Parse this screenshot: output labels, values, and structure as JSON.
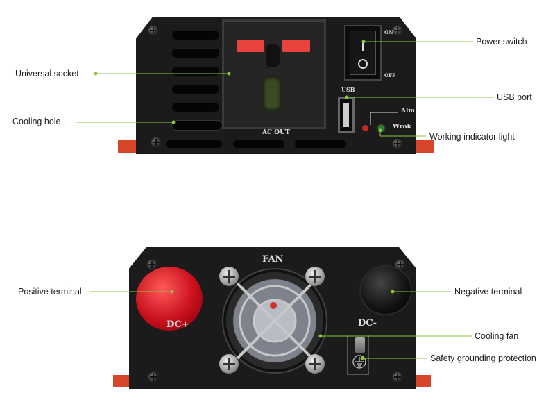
{
  "callouts": {
    "power_switch": "Power switch",
    "universal_socket": "Universal socket",
    "usb_port": "USB port",
    "cooling_hole": "Cooling hole",
    "working_indicator": "Working indicator light",
    "positive_terminal": "Positive terminal",
    "negative_terminal": "Negative terminal",
    "cooling_fan": "Cooling fan",
    "safety_grounding": "Safety grounding protection"
  },
  "front_panel": {
    "switch_on": "ON",
    "switch_off": "OFF",
    "usb": "USB",
    "alm": "Alm",
    "wrok": "Wrok",
    "ac_out": "AC OUT"
  },
  "rear_panel": {
    "fan": "FAN",
    "dc_plus": "DC+",
    "dc_minus": "DC-"
  },
  "colors": {
    "callout_line": "#8dc63f",
    "panel": "#1b1b1b",
    "bracket": "#d8462a",
    "terminal_red": "#c8101c",
    "socket_red": "#e8433c"
  }
}
